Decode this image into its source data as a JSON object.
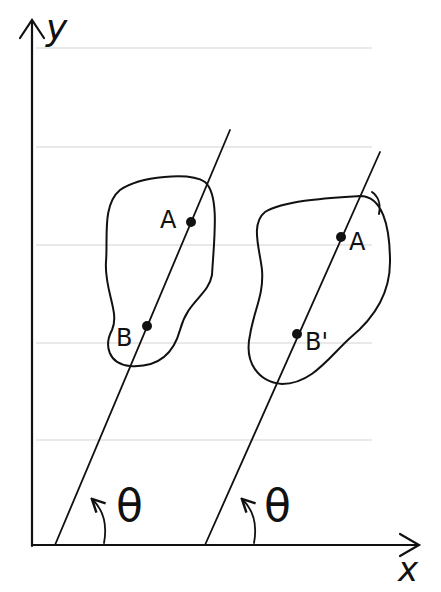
{
  "diagram": {
    "nodes": [
      {
        "text": [
          "A",
          "B"
        ]
      },
      {
        "text": [
          "A",
          "B'"
        ]
      }
    ],
    "labels": [
      "y",
      "x",
      "θ",
      "θ"
    ]
  }
}
